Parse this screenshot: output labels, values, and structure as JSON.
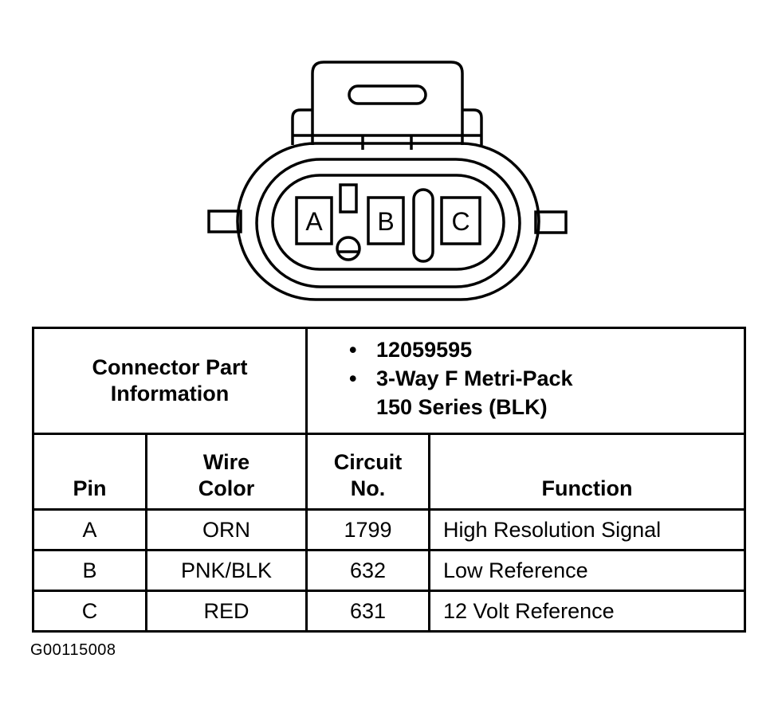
{
  "connector": {
    "cavity_labels": [
      "A",
      "B",
      "C"
    ]
  },
  "part_info": {
    "label_line1": "Connector Part",
    "label_line2": "Information",
    "bullet": "•",
    "item1": "12059595",
    "item2_line1": "3-Way F Metri-Pack",
    "item2_line2": "150 Series (BLK)"
  },
  "columns": {
    "pin": "Pin",
    "wire_line1": "Wire",
    "wire_line2": "Color",
    "circuit_line1": "Circuit",
    "circuit_line2": "No.",
    "function": "Function"
  },
  "rows": [
    {
      "pin": "A",
      "wire": "ORN",
      "circuit": "1799",
      "function": "High Resolution Signal"
    },
    {
      "pin": "B",
      "wire": "PNK/BLK",
      "circuit": "632",
      "function": "Low Reference"
    },
    {
      "pin": "C",
      "wire": "RED",
      "circuit": "631",
      "function": "12 Volt Reference"
    }
  ],
  "figure_id": "G00115008"
}
